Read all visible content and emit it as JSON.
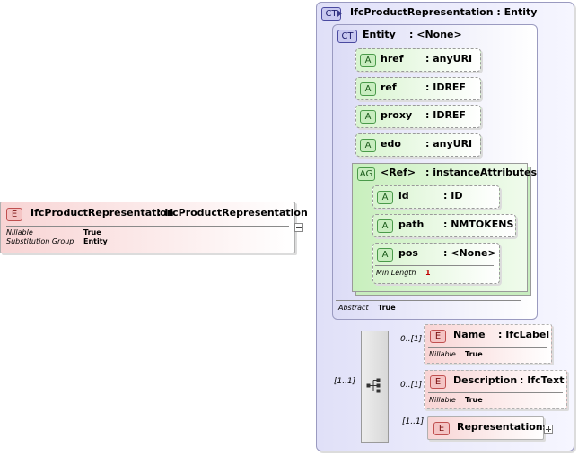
{
  "root": {
    "badge": "E",
    "name": "IfcProductRepresentation",
    "type": ": IfcProductRepresentation",
    "props": [
      {
        "label": "Nillable",
        "value": "True"
      },
      {
        "label": "Substitution Group",
        "value": "Entity"
      }
    ]
  },
  "complex_type": {
    "badge": "CT",
    "title": "IfcProductRepresentation : Entity",
    "base": {
      "badge": "CT",
      "name": "Entity",
      "type": ": <None>",
      "attributes": [
        {
          "badge": "A",
          "name": "href",
          "type": ": anyURI"
        },
        {
          "badge": "A",
          "name": "ref",
          "type": ": IDREF"
        },
        {
          "badge": "A",
          "name": "proxy",
          "type": ": IDREF"
        },
        {
          "badge": "A",
          "name": "edo",
          "type": ": anyURI"
        }
      ],
      "group": {
        "badge": "AG",
        "name": "<Ref>",
        "type": ": instanceAttributes",
        "attributes": [
          {
            "badge": "A",
            "name": "id",
            "type": ": ID"
          },
          {
            "badge": "A",
            "name": "path",
            "type": ": NMTOKENS"
          },
          {
            "badge": "A",
            "name": "pos",
            "type": ": <None>",
            "prop_label": "Min Length",
            "prop_value": "1"
          }
        ]
      },
      "abstract_label": "Abstract",
      "abstract_value": "True"
    },
    "sequence_multiplicity": "[1..1]",
    "elements": [
      {
        "badge": "E",
        "name": "Name",
        "type": ": IfcLabel",
        "multiplicity": "0..[1]",
        "prop_label": "Nillable",
        "prop_value": "True"
      },
      {
        "badge": "E",
        "name": "Description",
        "type": ": IfcText",
        "multiplicity": "0..[1]",
        "prop_label": "Nillable",
        "prop_value": "True"
      },
      {
        "badge": "E",
        "name": "Representations",
        "type": "",
        "multiplicity": "[1..1]"
      }
    ]
  },
  "icons": {
    "expand": "plus-icon",
    "collapse": "minus-icon",
    "sequence": "sequence-icon"
  }
}
